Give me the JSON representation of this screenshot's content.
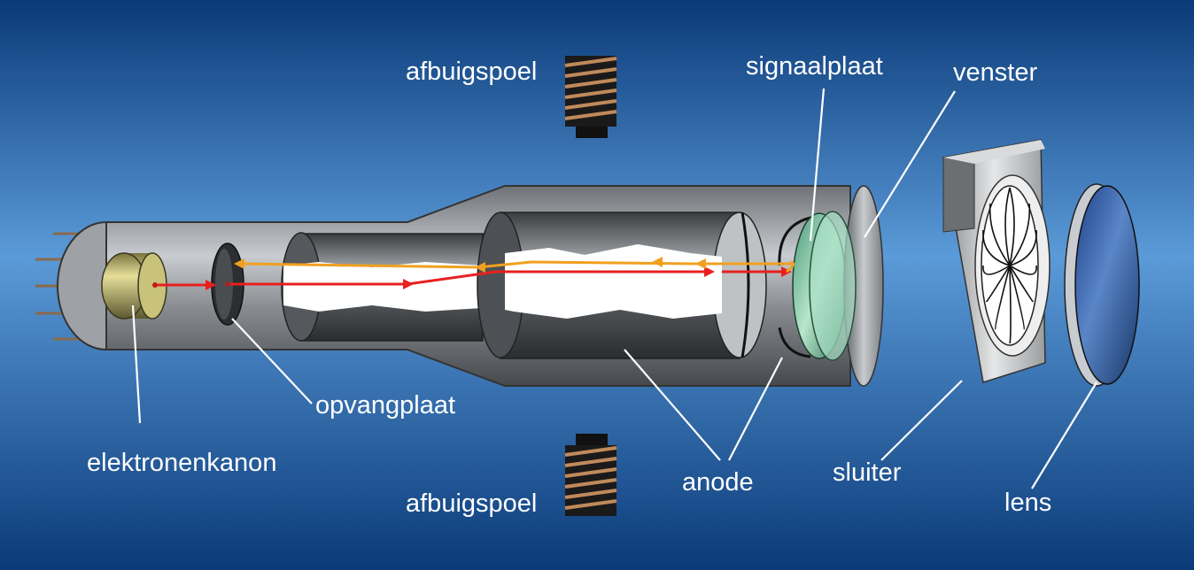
{
  "labels": {
    "deflection_coil_top": "afbuigspoel",
    "deflection_coil_bottom": "afbuigspoel",
    "signal_plate": "signaalplaat",
    "window": "venster",
    "collector_plate": "opvangplaat",
    "electron_gun": "elektronenkanon",
    "anode": "anode",
    "shutter": "sluiter",
    "lens": "lens"
  },
  "colors": {
    "background_top": "#0a3a78",
    "background_mid": "#5b9ad8",
    "background_bottom": "#0a3a78",
    "primary_beam": "#e82020",
    "return_beam": "#f0a020",
    "coil_winding": "#c08a5a",
    "gun": "#c9c27a",
    "signal_plate": "#3aa070",
    "lens": "#2a5aa8"
  }
}
